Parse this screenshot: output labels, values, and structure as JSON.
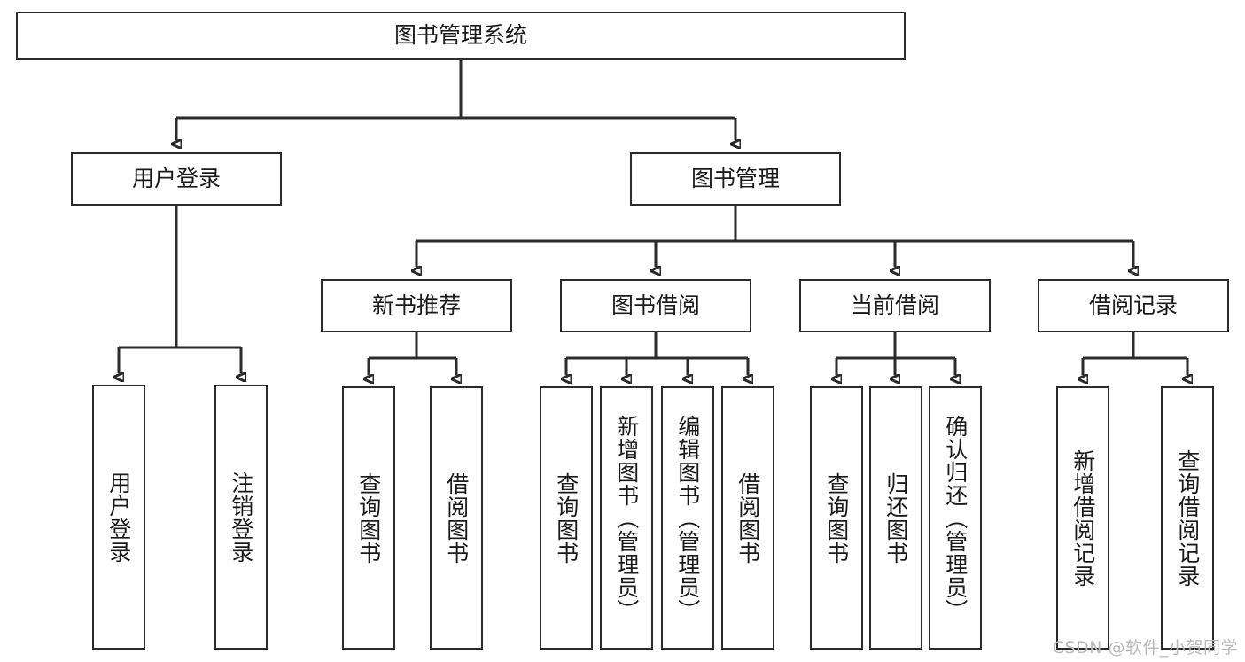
{
  "diagram": {
    "title": "图书管理系统",
    "root": {
      "label": "图书管理系统"
    },
    "level2": [
      {
        "label": "用户登录"
      },
      {
        "label": "图书管理"
      }
    ],
    "level3": [
      {
        "label": "新书推荐"
      },
      {
        "label": "图书借阅"
      },
      {
        "label": "当前借阅"
      },
      {
        "label": "借阅记录"
      }
    ],
    "leaves": {
      "user_login": [
        {
          "label": "用户登录"
        },
        {
          "label": "注销登录"
        }
      ],
      "new_book_recommend": [
        {
          "label": "查询图书"
        },
        {
          "label": "借阅图书"
        }
      ],
      "book_borrow": [
        {
          "label": "查询图书"
        },
        {
          "label": "新增图书（管理员）"
        },
        {
          "label": "编辑图书（管理员）"
        },
        {
          "label": "借阅图书"
        }
      ],
      "current_borrow": [
        {
          "label": "查询图书"
        },
        {
          "label": "归还图书"
        },
        {
          "label": "确认归还（管理员）"
        }
      ],
      "borrow_record": [
        {
          "label": "新增借阅记录"
        },
        {
          "label": "查询借阅记录"
        }
      ]
    }
  },
  "watermark": {
    "text": "CSDN @软件_小贺同学"
  },
  "colors": {
    "stroke": "#2b2b2b",
    "text": "#1a1a1a",
    "background": "#ffffff",
    "watermark": "#b9b9b9"
  }
}
